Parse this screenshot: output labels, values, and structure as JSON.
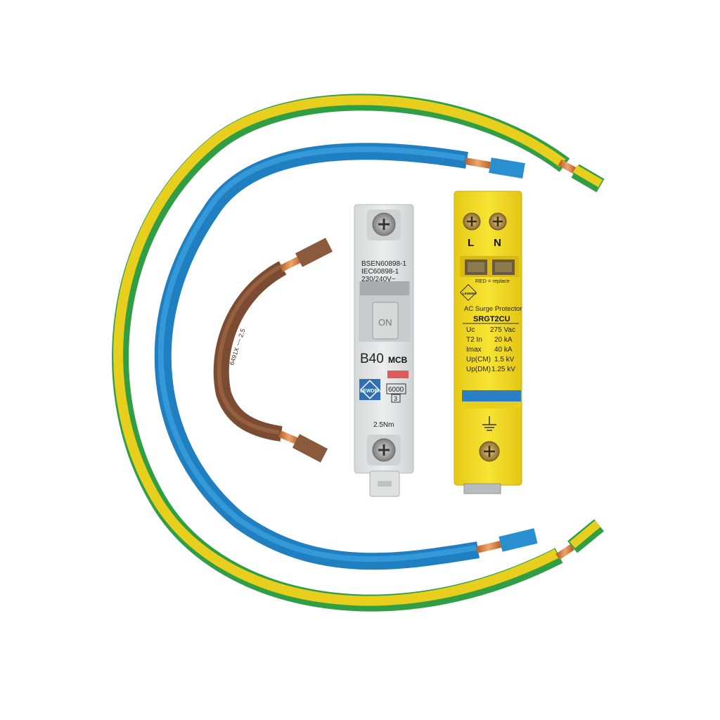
{
  "colors": {
    "background": "#ffffff",
    "earth_yellow": "#e8cf1e",
    "earth_green": "#2f9e44",
    "neutral_blue": "#2a8fd0",
    "live_brown": "#8a5a3c",
    "copper": "#d98a4e",
    "mcb_body": "#e4e6e6",
    "spd_body": "#f2dc1e",
    "brand_blue": "#2f6fb6",
    "spd_stripe_blue": "#2b7fc4"
  },
  "mcb": {
    "standard_line1": "BSEN60898-1",
    "standard_line2": "IEC60898-1",
    "standard_line3": "230/240V~",
    "toggle_label": "ON",
    "rating": "B40",
    "type": "MCB",
    "brand": "LEWDEN",
    "breaking_capacity": "6000",
    "energy_class": "3",
    "torque": "2.5Nm"
  },
  "spd": {
    "terminal_l": "L",
    "terminal_n": "N",
    "indicator_note": "RED = replace",
    "brand": "LEWDEN",
    "product": "AC Surge Protector",
    "model": "SRGT2CU",
    "specs": [
      {
        "label": "Uc",
        "value": "275 Vac"
      },
      {
        "label": "T2 In",
        "value": "20 kA"
      },
      {
        "label": "Imax",
        "value": "40 kA"
      },
      {
        "label": "Up(CM)",
        "value": "1.5 kV"
      },
      {
        "label": "Up(DM)",
        "value": "1.25 kV"
      }
    ]
  }
}
